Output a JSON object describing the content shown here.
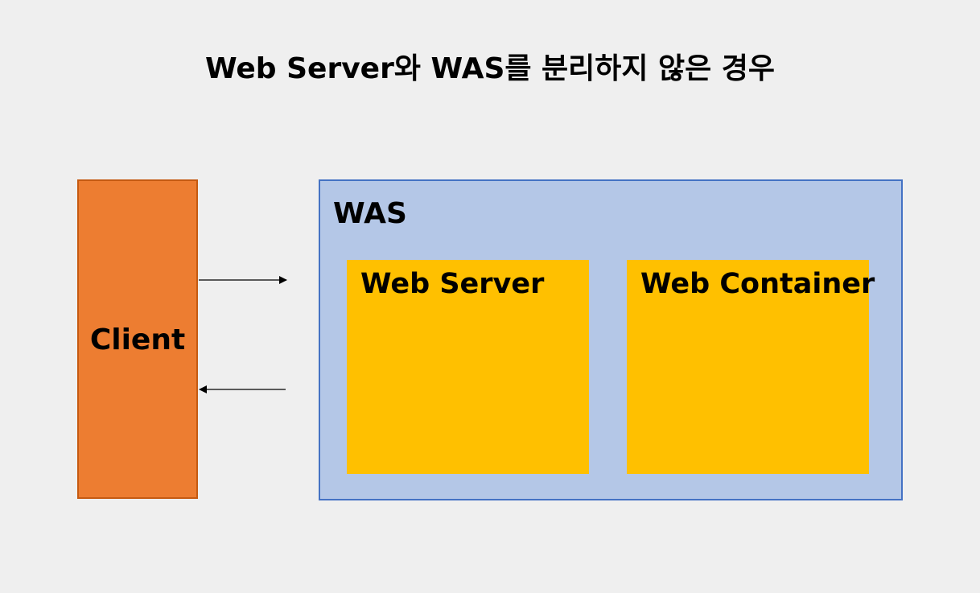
{
  "title": "Web Server와 WAS를 분리하지 않은 경우",
  "nodes": {
    "client": {
      "label": "Client",
      "fill": "#ed7d31",
      "border": "#c55a11"
    },
    "was": {
      "label": "WAS",
      "fill": "#b4c7e7",
      "border": "#4472c4"
    },
    "web_server": {
      "label": "Web Server",
      "fill": "#ffc000"
    },
    "web_container": {
      "label": "Web Container",
      "fill": "#ffc000"
    }
  },
  "edges": [
    {
      "from": "client",
      "to": "was",
      "direction": "right"
    },
    {
      "from": "was",
      "to": "client",
      "direction": "left"
    }
  ],
  "background": "#efefef"
}
